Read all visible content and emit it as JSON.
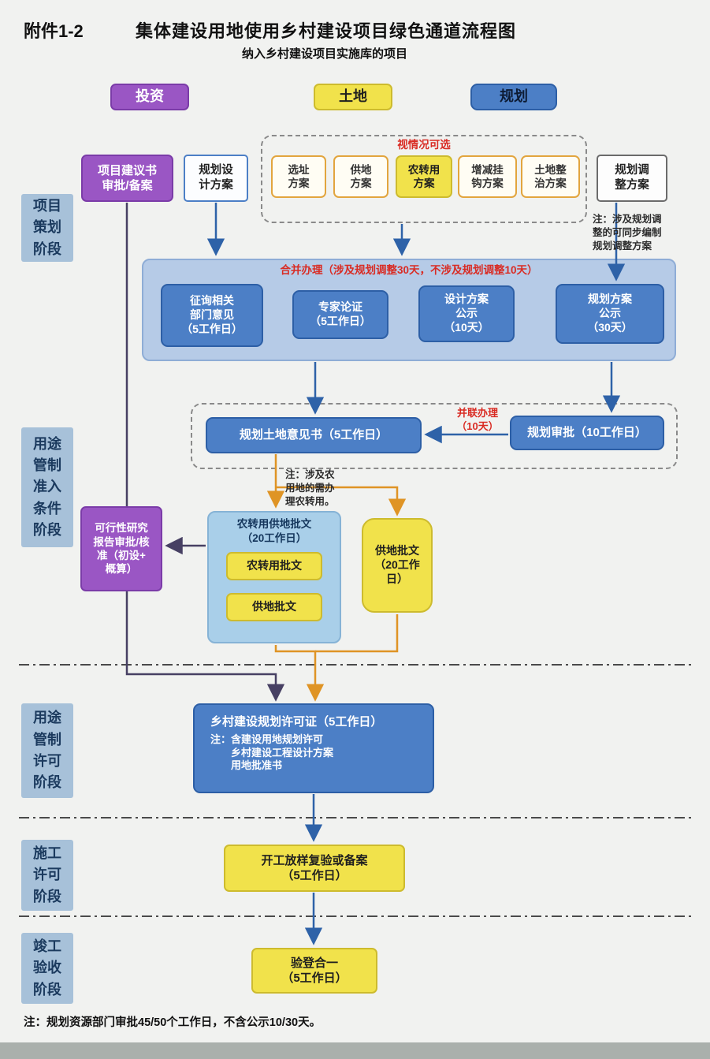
{
  "header": {
    "attachment_no": "附件1-2",
    "title": "集体建设用地使用乡村建设项目绿色通道流程图",
    "subtitle": "纳入乡村建设项目实施库的项目"
  },
  "legend": {
    "investment": "投资",
    "land": "土地",
    "planning": "规划"
  },
  "stages": {
    "s1": "项目\n策划\n阶段",
    "s2": "用途\n管制\n准入\n条件\n阶段",
    "s3": "用途\n管制\n许可\n阶段",
    "s4": "施工\n许可\n阶段",
    "s5": "竣工\n验收\n阶段"
  },
  "nodes": {
    "proposal": "项目建议书\n审批/备案",
    "planning_design": "规划设\n计方案",
    "optional_label": "视情况可选",
    "optional": [
      "选址\n方案",
      "供地\n方案",
      "农转用\n方案",
      "增减挂\n钩方案",
      "土地整\n治方案"
    ],
    "plan_adjust": "规划调\n整方案",
    "plan_adjust_note": "注：涉及规划调\n整的可同步编制\n规划调整方案",
    "merge_label": "合并办理（涉及规划调整30天，不涉及规划调整10天）",
    "consult": "征询相关\n部门意见\n（5工作日）",
    "expert": "专家论证\n（5工作日）",
    "design_publicity": "设计方案\n公示\n（10天）",
    "plan_publicity": "规划方案\n公示\n（30天）",
    "parallel_label": "并联办理\n（10天）",
    "land_opinion": "规划土地意见书（5工作日）",
    "plan_approval": "规划审批（10工作日）",
    "farmland_note": "注：涉及农\n用地的需办\n理农转用。",
    "feasibility": "可行性研究\n报告审批/核\n准（初设+\n概算）",
    "conversion_group_title": "农转用供地批文\n（20工作日）",
    "conversion_doc": "农转用批文",
    "supply_doc": "供地批文",
    "supply_doc_standalone": "供地批文\n（20工作\n日）",
    "village_permit_title": "乡村建设规划许可证（5工作日）",
    "village_permit_note": "注：含建设用地规划许可\n　　乡村建设工程设计方案\n　　用地批准书",
    "start_survey": "开工放样复验或备案\n（5工作日）",
    "final_acceptance": "验登合一\n（5工作日）"
  },
  "footnote": "注：规划资源部门审批45/50个工作日，不含公示10/30天。",
  "colors": {
    "investment_purple": "#9a56c4",
    "land_yellow": "#f1e24b",
    "planning_blue": "#4c7fc6",
    "container_blue": "#b6cbe7",
    "container_lightblue": "#a9cfe9",
    "stage_label_bg": "#a7c1d9",
    "red_label": "#d92b23",
    "connector_blue": "#2e62a8",
    "connector_orange": "#df9425",
    "connector_dark": "#474063"
  }
}
